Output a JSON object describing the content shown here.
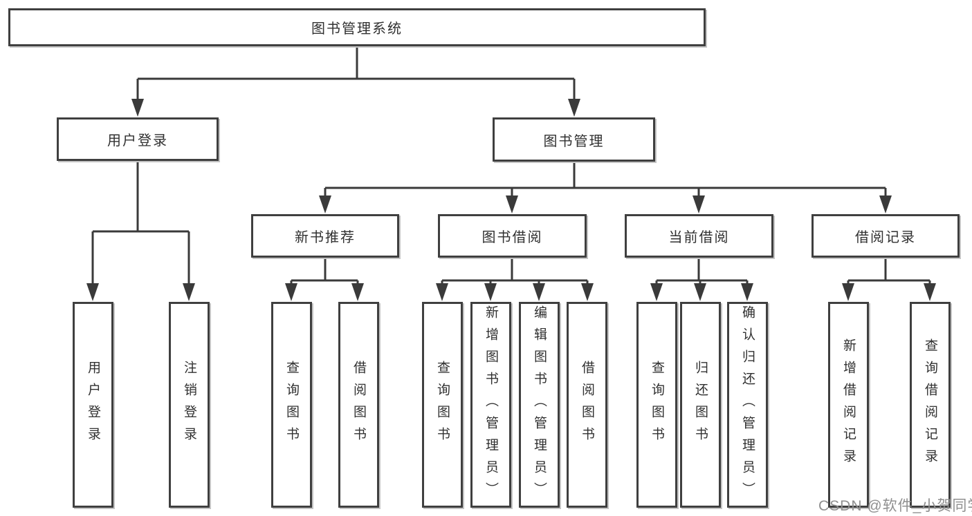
{
  "tree": {
    "label": "图书管理系统",
    "children": [
      {
        "label": "用户登录",
        "children": [
          {
            "label": "用户登录"
          },
          {
            "label": "注销登录"
          }
        ]
      },
      {
        "label": "图书管理",
        "children": [
          {
            "label": "新书推荐",
            "children": [
              {
                "label": "查询图书"
              },
              {
                "label": "借阅图书"
              }
            ]
          },
          {
            "label": "图书借阅",
            "children": [
              {
                "label": "查询图书"
              },
              {
                "label": "新增图书（管理员）"
              },
              {
                "label": "编辑图书（管理员）"
              },
              {
                "label": "借阅图书"
              }
            ]
          },
          {
            "label": "当前借阅",
            "children": [
              {
                "label": "查询图书"
              },
              {
                "label": "归还图书"
              },
              {
                "label": "确认归还（管理员）"
              }
            ]
          },
          {
            "label": "借阅记录",
            "children": [
              {
                "label": "新增借阅记录"
              },
              {
                "label": "查询借阅记录"
              }
            ]
          }
        ]
      }
    ]
  },
  "watermark": {
    "text": "CSDN @软件_小贺同学"
  },
  "colors": {
    "line": "#3a3a3a",
    "border": "#3f3f3f",
    "text": "#303030",
    "watermark": "#8f8f8f",
    "background": "#ffffff"
  }
}
